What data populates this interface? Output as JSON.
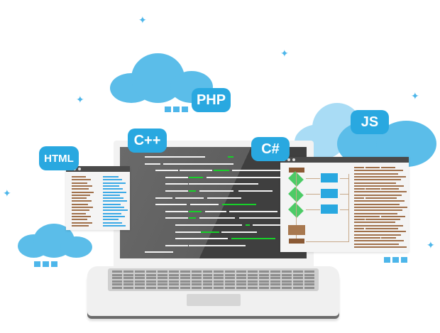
{
  "labels": {
    "php": "PHP",
    "cpp": "C++",
    "csharp": "C#",
    "html": "HTML",
    "js": "JS"
  },
  "colors": {
    "accent": "#29a8e0",
    "cloud": "#5bbde9",
    "screen": "#3f3f3f",
    "code": "#ffffff",
    "highlight": "#18d02a",
    "brown": "#8b5a35",
    "diamond": "#4ccb66"
  }
}
